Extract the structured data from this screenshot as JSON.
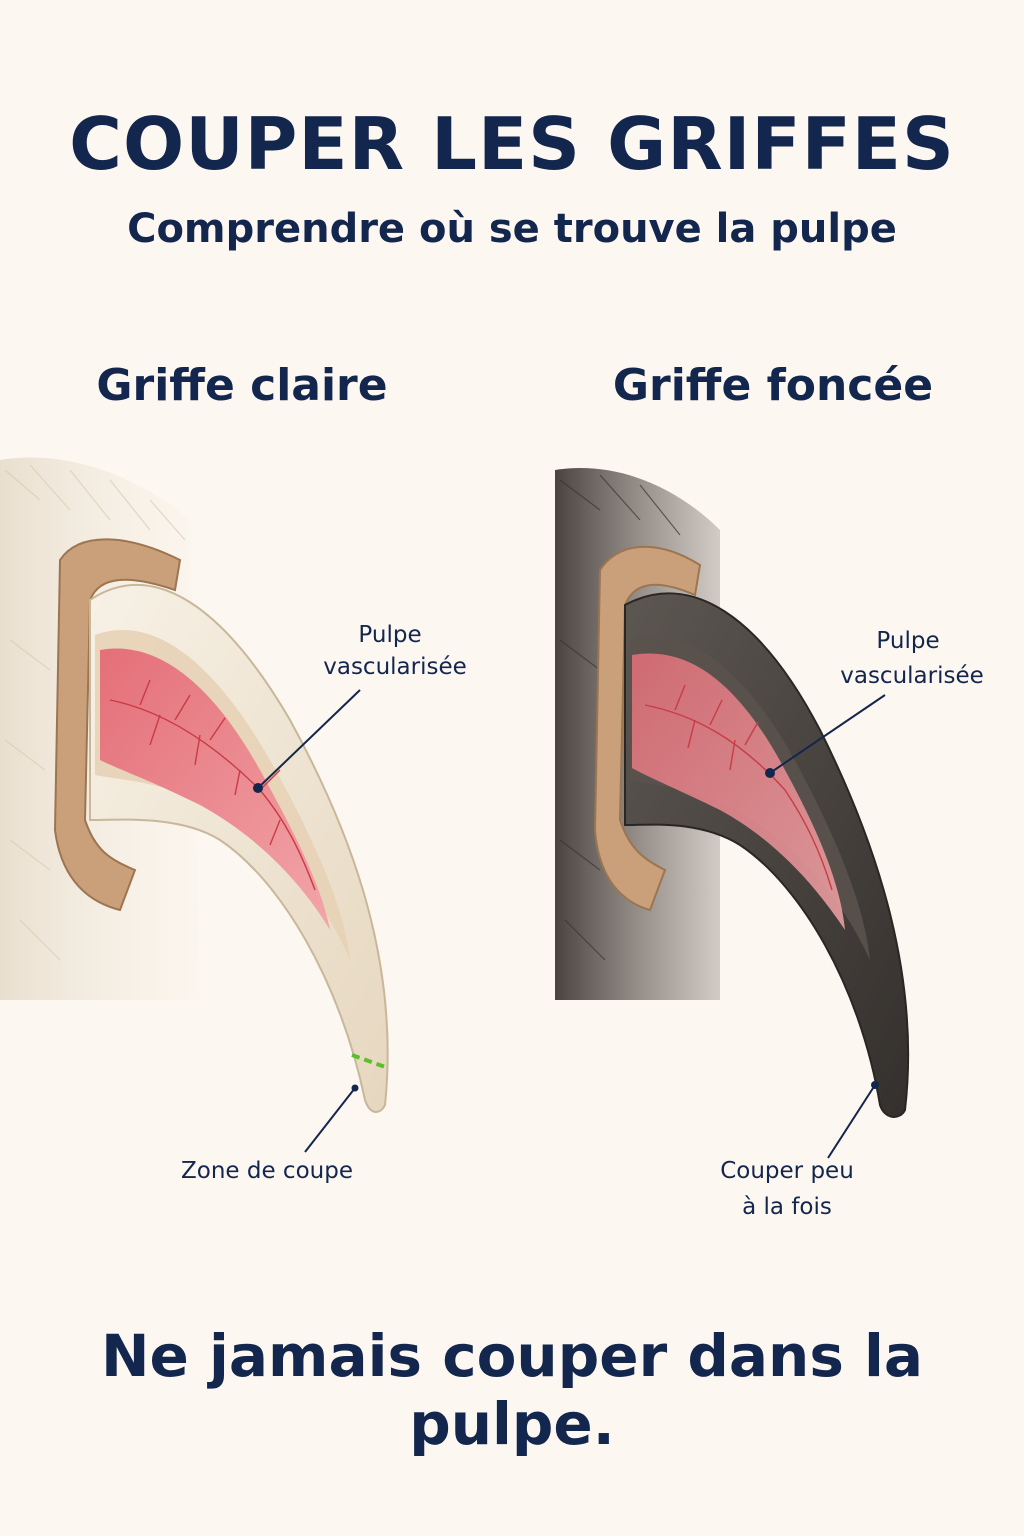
{
  "header": {
    "title": "COUPER LES GRIFFES",
    "subtitle": "Comprendre où se trouve la pulpe"
  },
  "panels": {
    "light": {
      "title": "Griffe claire",
      "pulp_label_line1": "Pulpe",
      "pulp_label_line2": "vascularisée",
      "cut_label_line1": "Zone de coupe"
    },
    "dark": {
      "title": "Griffe foncée",
      "pulp_label_line1": "Pulpe",
      "pulp_label_line2": "vascularisée",
      "cut_label_line1": "Couper peu",
      "cut_label_line2": "à la fois"
    }
  },
  "footer": {
    "warning": "Ne jamais couper dans la pulpe."
  },
  "colors": {
    "text": "#13264d",
    "pulp": "#e8828a",
    "vessels": "#c93b45",
    "light_claw": "#efe4d2",
    "dark_claw": "#4a4541",
    "skin": "#c9a07a",
    "cut_mark": "#5bbf2a"
  }
}
